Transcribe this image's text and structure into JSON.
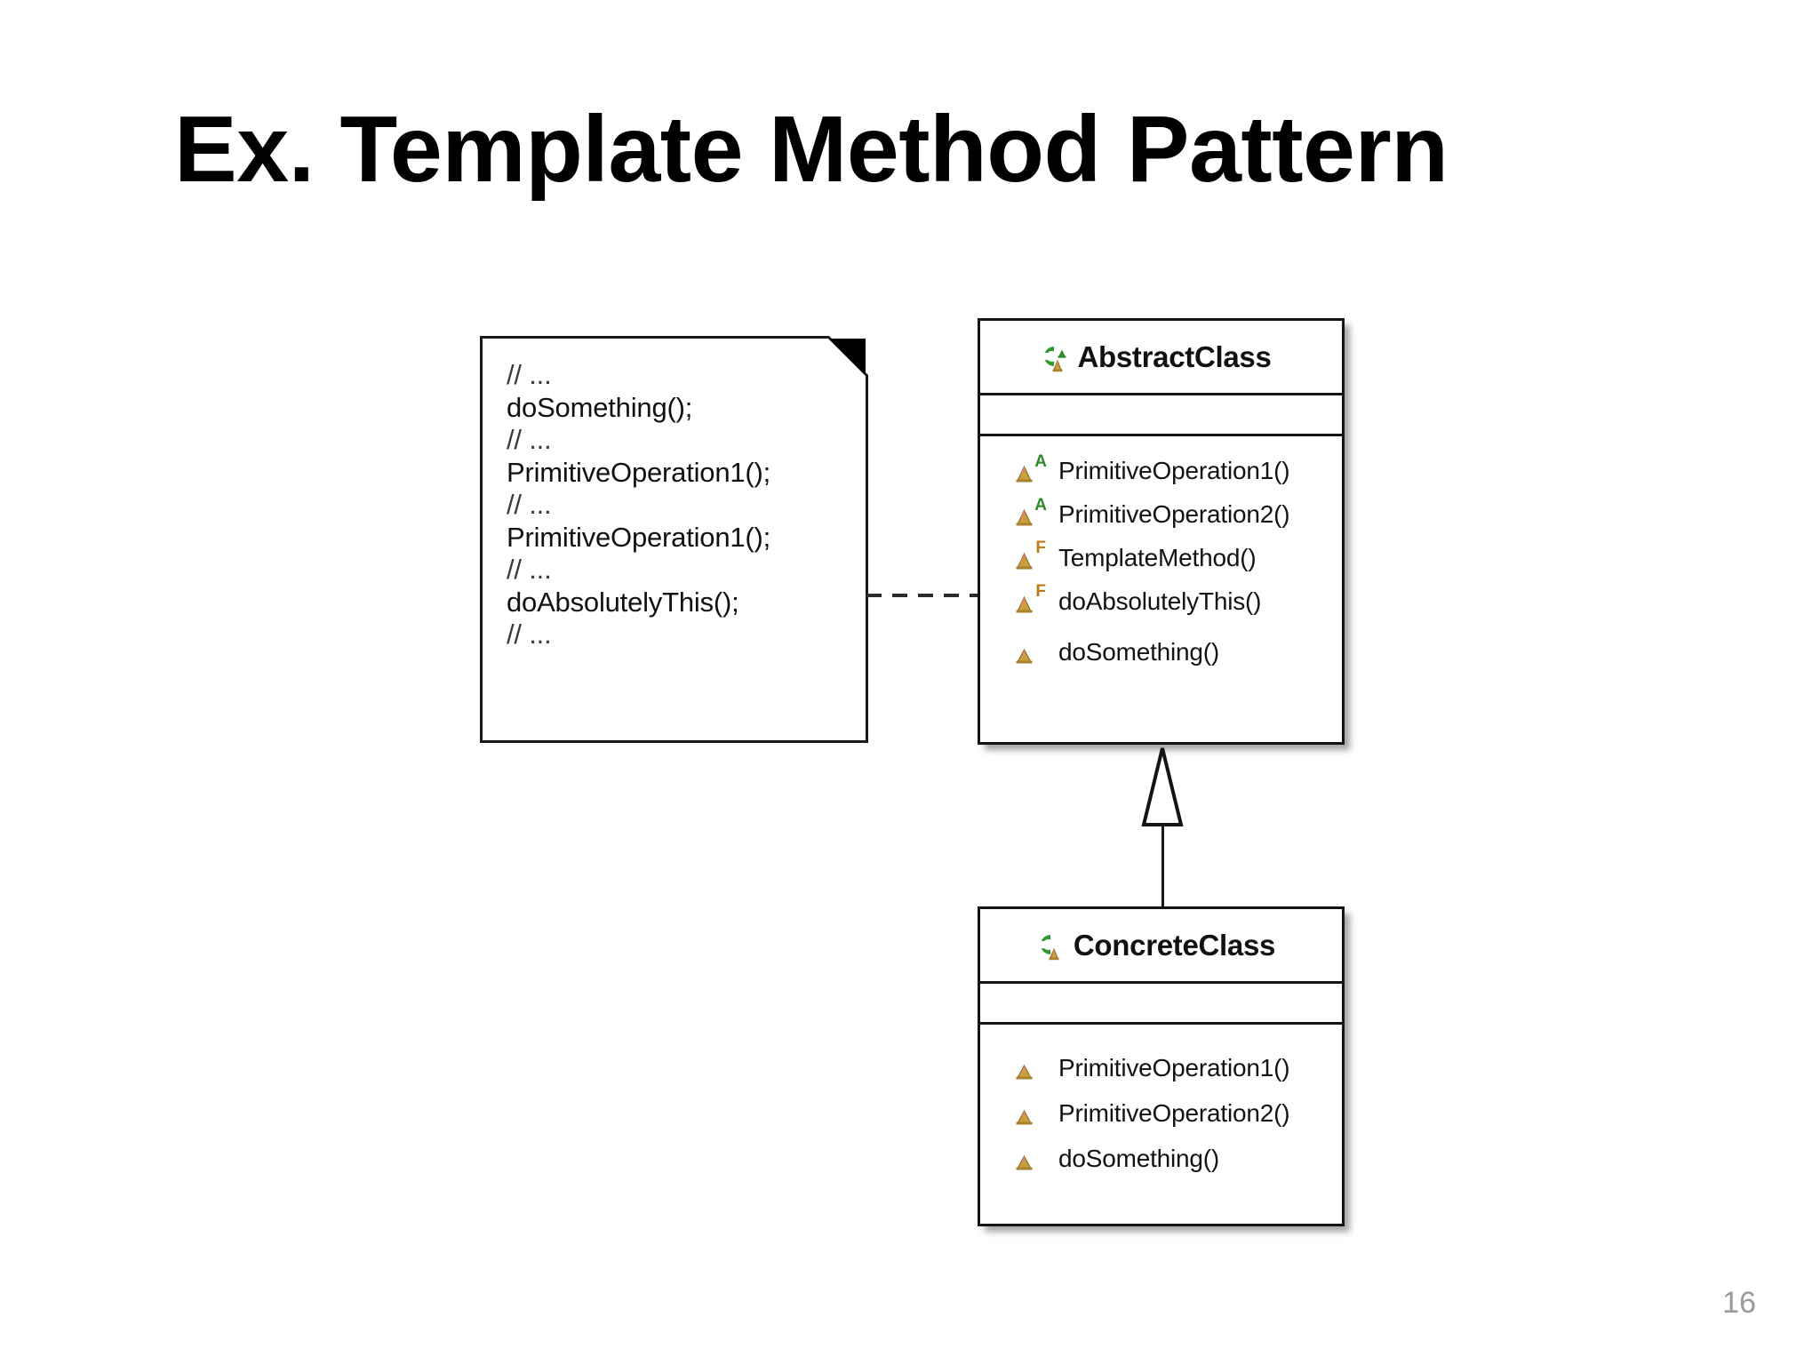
{
  "slide": {
    "title": "Ex. Template Method Pattern",
    "page_number": "16",
    "background_color": "#ffffff"
  },
  "colors": {
    "class_icon_green": "#2e9b31",
    "abstract_badge_green": "#2e8b29",
    "final_badge_orange": "#c07a14",
    "method_icon_gold": "#c8a13f",
    "method_icon_highlight": "#d98a6a",
    "border_black": "#141414",
    "shadow_grey": "#5a5a5f",
    "page_number_grey": "#9a9a9a"
  },
  "note": {
    "name": "code-comment-note",
    "lines": [
      {
        "text": "// ...",
        "kind": "comment"
      },
      {
        "text": "doSomething();",
        "kind": "code"
      },
      {
        "text": "// ...",
        "kind": "comment"
      },
      {
        "text": "PrimitiveOperation1();",
        "kind": "code"
      },
      {
        "text": "// ...",
        "kind": "comment"
      },
      {
        "text": "PrimitiveOperation1();",
        "kind": "code"
      },
      {
        "text": "// ...",
        "kind": "comment"
      },
      {
        "text": "doAbsolutelyThis();",
        "kind": "code"
      },
      {
        "text": "// ...",
        "kind": "comment"
      }
    ]
  },
  "classes": [
    {
      "id": "abstract-class",
      "name": "AbstractClass",
      "icon": "class-abstract-icon",
      "stereotype": "abstract",
      "attributes": [],
      "methods": [
        {
          "label": "PrimitiveOperation1()",
          "icon": "method-abstract-icon",
          "badge": "A"
        },
        {
          "label": "PrimitiveOperation2()",
          "icon": "method-abstract-icon",
          "badge": "A"
        },
        {
          "label": "TemplateMethod()",
          "icon": "method-final-icon",
          "badge": "F",
          "anchored": true
        },
        {
          "label": "doAbsolutelyThis()",
          "icon": "method-final-icon",
          "badge": "F"
        },
        {
          "label": "doSomething()",
          "icon": "method-icon",
          "badge": ""
        }
      ]
    },
    {
      "id": "concrete-class",
      "name": "ConcreteClass",
      "icon": "class-icon",
      "stereotype": "concrete",
      "attributes": [],
      "methods": [
        {
          "label": "PrimitiveOperation1()",
          "icon": "method-icon",
          "badge": ""
        },
        {
          "label": "PrimitiveOperation2()",
          "icon": "method-icon",
          "badge": ""
        },
        {
          "label": "doSomething()",
          "icon": "method-icon",
          "badge": ""
        }
      ]
    }
  ],
  "relationships": [
    {
      "type": "generalization",
      "from": "ConcreteClass",
      "to": "AbstractClass",
      "line_style": "solid",
      "arrow": "hollow-triangle"
    },
    {
      "type": "note-link",
      "from": "code-comment-note",
      "to": "TemplateMethod()",
      "line_style": "dashed",
      "arrow": "circle-anchor"
    }
  ]
}
